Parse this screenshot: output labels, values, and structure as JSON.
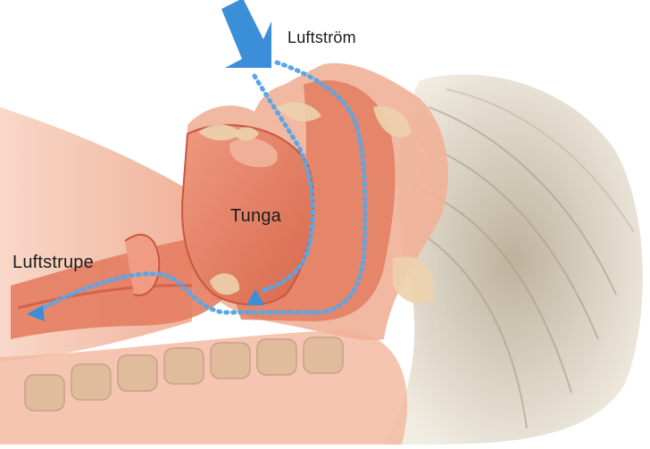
{
  "labels": {
    "airflow": "Luftström",
    "tongue": "Tunga",
    "trachea": "Luftstrupe"
  },
  "colors": {
    "tissue": "#e98a6e",
    "tissue_dark": "#c9573f",
    "tissue_light": "#f6c3ae",
    "skin": "#f3b9a0",
    "bone": "#e8c9a4",
    "hair": "#d8cfbd",
    "arrow": "#3b8ed8",
    "airflow_dots": "#5aa6e6"
  },
  "icons": {
    "big_arrow": "down-right-arrow-icon",
    "airflow_path": "dotted-airflow-path",
    "obstruction_marker": "up-arrow-icon",
    "exit_marker": "left-arrow-icon"
  }
}
